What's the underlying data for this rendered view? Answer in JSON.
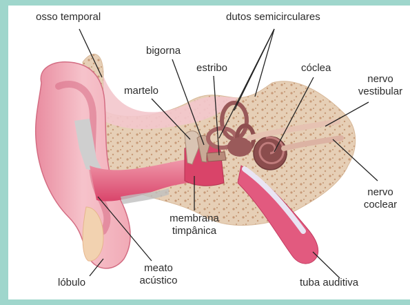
{
  "labels": {
    "osso_temporal": "osso temporal",
    "dutos_semicirculares": "dutos semicirculares",
    "bigorna": "bigorna",
    "estribo": "estribo",
    "coclea": "cóclea",
    "martelo": "martelo",
    "nervo_vestibular_1": "nervo",
    "nervo_vestibular_2": "vestibular",
    "membrana_timpanica_1": "membrana",
    "membrana_timpanica_2": "timpânica",
    "nervo_coclear_1": "nervo",
    "nervo_coclear_2": "coclear",
    "lobulo": "lóbulo",
    "meato_acustico_1": "meato",
    "meato_acustico_2": "acústico",
    "tuba_auditiva": "tuba auditiva"
  },
  "colors": {
    "frame": "#9fd6cc",
    "background": "#ffffff",
    "bone": "#e6cfb6",
    "bone_spots": "#c79a78",
    "skin": "#f4b9c0",
    "skin_dark": "#e47f91",
    "canal": "#e3567a",
    "inner_ear": "#9a5a5a",
    "cartilage": "#c7c7c7",
    "leader_line": "#222222"
  }
}
